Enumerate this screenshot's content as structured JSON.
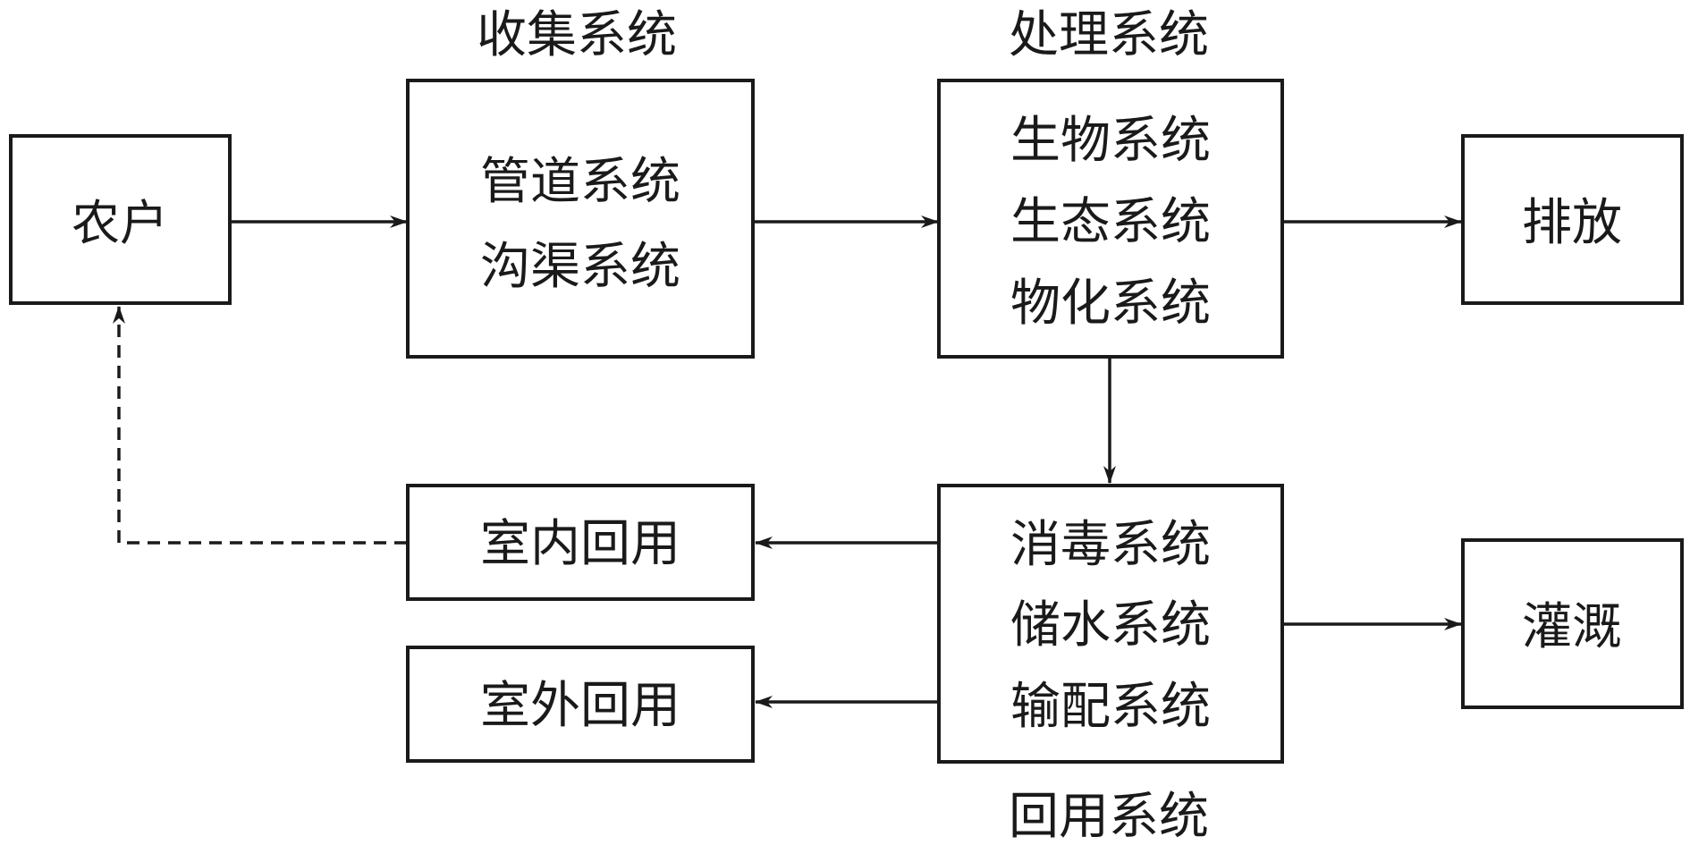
{
  "group_titles": {
    "collection": "收集系统",
    "treatment": "处理系统",
    "reuse": "回用系统"
  },
  "nodes": {
    "household": [
      "农户"
    ],
    "collection": [
      "管道系统",
      "沟渠系统"
    ],
    "treatment": [
      "生物系统",
      "生态系统",
      "物化系统"
    ],
    "discharge": [
      "排放"
    ],
    "reuse": [
      "消毒系统",
      "储水系统",
      "输配系统"
    ],
    "irrigation": [
      "灌溉"
    ],
    "indoor_reuse": [
      "室内回用"
    ],
    "outdoor_reuse": [
      "室外回用"
    ]
  },
  "edges": [
    {
      "from": "household",
      "to": "collection",
      "style": "solid"
    },
    {
      "from": "collection",
      "to": "treatment",
      "style": "solid"
    },
    {
      "from": "treatment",
      "to": "discharge",
      "style": "solid"
    },
    {
      "from": "treatment",
      "to": "reuse",
      "style": "solid"
    },
    {
      "from": "reuse",
      "to": "irrigation",
      "style": "solid"
    },
    {
      "from": "reuse",
      "to": "indoor_reuse",
      "style": "solid"
    },
    {
      "from": "reuse",
      "to": "outdoor_reuse",
      "style": "solid"
    },
    {
      "from": "indoor_reuse",
      "to": "household",
      "style": "dashed"
    }
  ]
}
